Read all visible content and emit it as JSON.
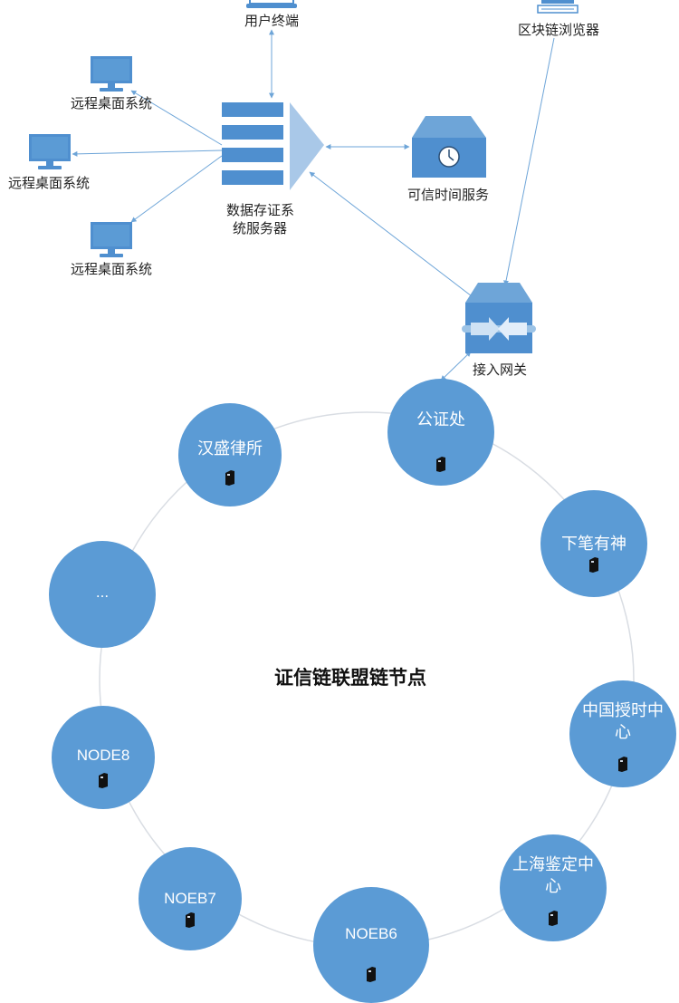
{
  "top": {
    "user_terminal": "用户终端",
    "blockchain_browser": "区块链浏览器",
    "remote_desktop_1": "远程桌面系统",
    "remote_desktop_2": "远程桌面系统",
    "remote_desktop_3": "远程桌面系统",
    "storage_server_line1": "数据存证系",
    "storage_server_line2": "统服务器",
    "trusted_time": "可信时间服务",
    "gateway": "接入网关"
  },
  "ring": {
    "title": "证信链联盟链节点",
    "nodes": [
      {
        "label": "公证处"
      },
      {
        "label": "下笔有神"
      },
      {
        "label": "中国授时中心"
      },
      {
        "label": "上海鉴定中心"
      },
      {
        "label": "NOEB6"
      },
      {
        "label": "NOEB7"
      },
      {
        "label": "NODE8"
      },
      {
        "label": "..."
      },
      {
        "label": "汉盛律所"
      }
    ]
  },
  "colors": {
    "node_fill": "#5b9bd5",
    "device_blue": "#4f8fcf",
    "connector": "#6ea5d8",
    "ring_line": "#d9dde3"
  },
  "icons": [
    "monitor-icon",
    "server-stack-icon",
    "clock-box-icon",
    "gateway-icon",
    "server-tower-icon"
  ]
}
